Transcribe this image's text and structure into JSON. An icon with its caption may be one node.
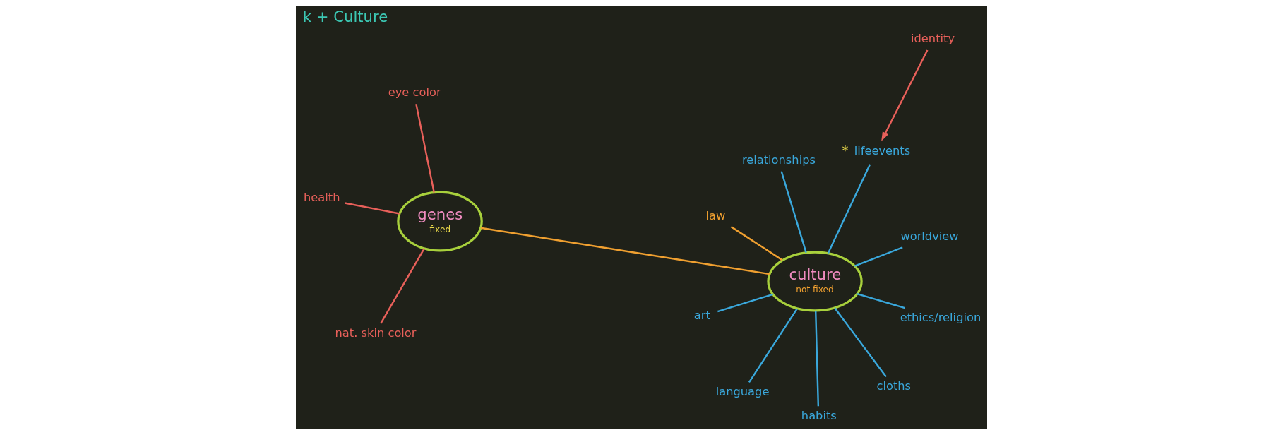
{
  "diagram": {
    "title": "k + Culture",
    "nodes": [
      {
        "text": [
          "genes",
          "fixed"
        ]
      },
      {
        "text": [
          "culture",
          "not fixed"
        ]
      },
      {
        "text": [
          "nat. skin color"
        ]
      },
      {
        "text": [
          "health"
        ]
      },
      {
        "text": [
          "eye color"
        ]
      },
      {
        "text": [
          "relationships"
        ]
      },
      {
        "text": [
          "language"
        ]
      },
      {
        "text": [
          "ethics/religion"
        ]
      },
      {
        "text": [
          "art"
        ]
      },
      {
        "text": [
          "cloths"
        ]
      },
      {
        "text": [
          "habits"
        ]
      },
      {
        "text": [
          "law"
        ]
      },
      {
        "text": [
          "worldview"
        ]
      },
      {
        "text": [
          "lifeevents"
        ],
        "beside": [
          "*"
        ]
      },
      {
        "text": [
          "identity"
        ]
      }
    ],
    "edges": [
      {
        "from": 0,
        "to": 1,
        "arrow": "none",
        "color": "#f0a030"
      },
      {
        "from": 0,
        "to": 2,
        "arrow": "none",
        "color": "#e8605a"
      },
      {
        "from": 0,
        "to": 3,
        "arrow": "none",
        "color": "#e8605a"
      },
      {
        "from": 0,
        "to": 4,
        "arrow": "none",
        "color": "#e8605a"
      },
      {
        "from": 1,
        "to": 5,
        "arrow": "none"
      },
      {
        "from": 1,
        "to": 6,
        "arrow": "none"
      },
      {
        "from": 1,
        "to": 7,
        "arrow": "none"
      },
      {
        "from": 1,
        "to": 8,
        "arrow": "none"
      },
      {
        "from": 1,
        "to": 9,
        "arrow": "none"
      },
      {
        "from": 1,
        "to": 10,
        "arrow": "none"
      },
      {
        "from": 1,
        "to": 11,
        "arrow": "none",
        "color": "#f0a030"
      },
      {
        "from": 1,
        "to": 12,
        "arrow": "none"
      },
      {
        "from": 1,
        "to": 13,
        "arrow": "none"
      },
      {
        "from": 14,
        "to": 13,
        "arrow": "to",
        "color": "#e8605a"
      }
    ]
  }
}
